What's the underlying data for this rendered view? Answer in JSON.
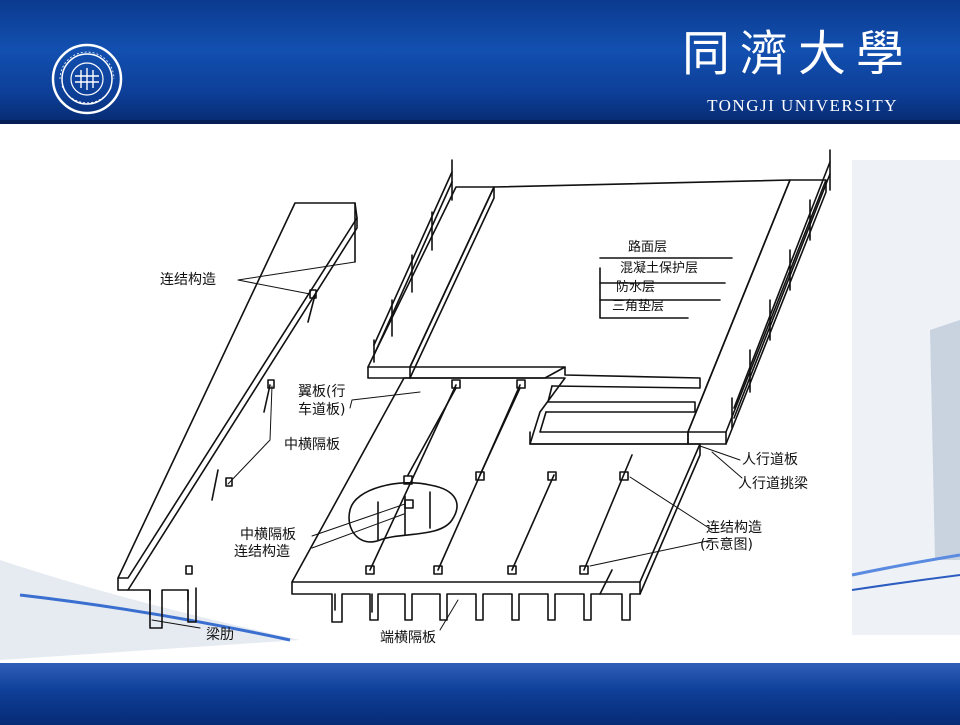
{
  "header": {
    "university_cn": "同濟大學",
    "university_en": "TONGJI UNIVERSITY"
  },
  "seal": {
    "icon": "tongji-university-seal-icon"
  },
  "colors": {
    "band_dark": "#072a70",
    "band_mid": "#1250b0",
    "drawing_ink": "#111111"
  },
  "diagram": {
    "labels": {
      "connection": "连结构造",
      "mid_diaphragm": "中横隔板",
      "flange_plate_1": "翼板(行",
      "flange_plate_2": "车道板)",
      "mid_diaphragm_2": "中横隔板",
      "connection_2": "连结构造",
      "rib": "梁肋",
      "end_diaphragm": "端横隔板",
      "sidewalk_slab": "人行道板",
      "sidewalk_cantilever": "人行道挑梁",
      "connection_schematic_1": "连结构造",
      "connection_schematic_2": "(示意图)"
    },
    "layers": [
      "路面层",
      "混凝土保护层",
      "防水层",
      "三角垫层"
    ]
  }
}
